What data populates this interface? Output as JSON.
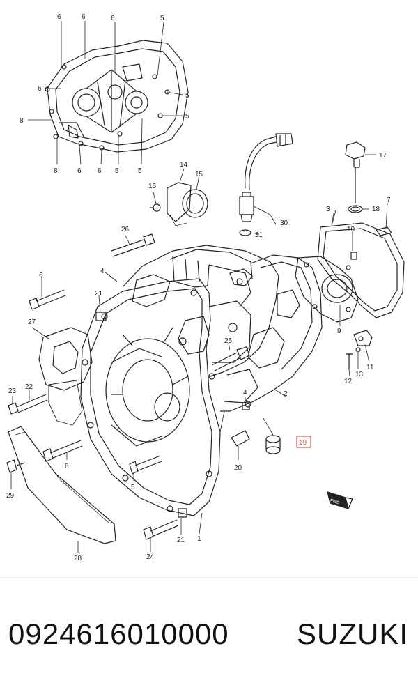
{
  "footer": {
    "part_number": "0924616010000",
    "brand": "SUZUKI"
  },
  "diagram": {
    "highlighted_callout": "19",
    "highlight_color": "#e05050",
    "line_color": "#222222",
    "fwd_label": "FWD",
    "callouts": [
      "6",
      "6",
      "6",
      "5",
      "6",
      "5",
      "8",
      "5",
      "8",
      "6",
      "6",
      "5",
      "5",
      "14",
      "15",
      "16",
      "17",
      "3",
      "18",
      "7",
      "30",
      "31",
      "10",
      "26",
      "4",
      "6",
      "21",
      "27",
      "25",
      "9",
      "11",
      "13",
      "12",
      "23",
      "22",
      "4",
      "2",
      "19",
      "8",
      "20",
      "5",
      "29",
      "28",
      "24",
      "21",
      "1"
    ]
  }
}
